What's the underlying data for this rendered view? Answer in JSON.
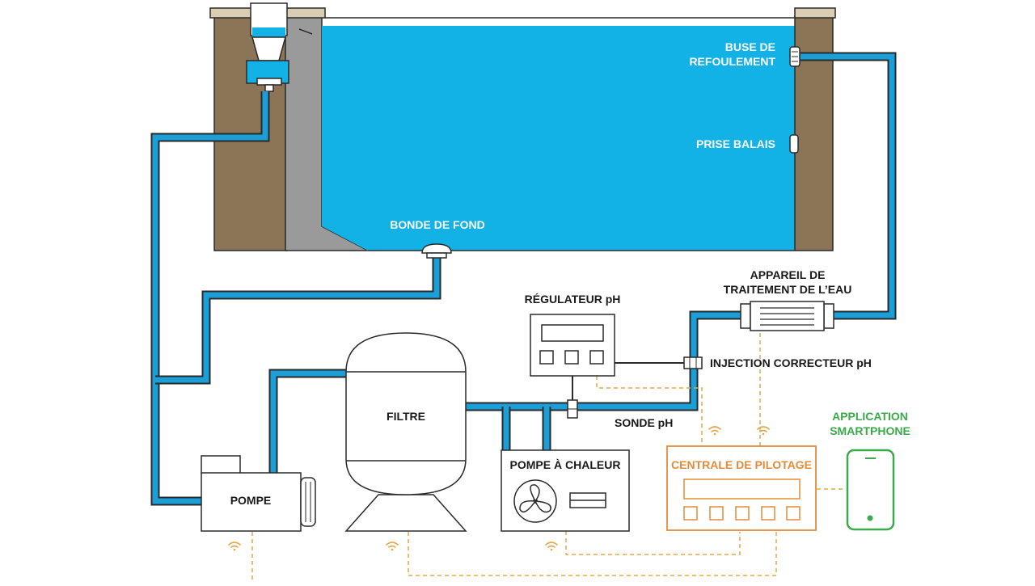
{
  "colors": {
    "water": "#12b1e6",
    "pipe": "#1a9fd8",
    "pipe_outline": "#2a2a2a",
    "wall": "#8c7457",
    "coping": "#d9cdb3",
    "concrete": "#9a9a9a",
    "control": "#e38b3a",
    "app": "#3aab4b",
    "signal": "#e3a84a"
  },
  "labels": {
    "buse_de_refoulement_1": "BUSE DE",
    "buse_de_refoulement_2": "REFOULEMENT",
    "prise_balais": "PRISE BALAIS",
    "bonde_de_fond": "BONDE DE FOND",
    "appareil_1": "APPAREIL DE",
    "appareil_2": "TRAITEMENT DE L’EAU",
    "regulateur_ph": "RÉGULATEUR pH",
    "injection_correcteur": "INJECTION CORRECTEUR pH",
    "sonde_ph": "SONDE pH",
    "filtre": "FILTRE",
    "pompe": "POMPE",
    "pompe_a_chaleur": "POMPE À CHALEUR",
    "centrale_de_pilotage": "CENTRALE DE PILOTAGE",
    "application_1": "APPLICATION",
    "application_2": "SMARTPHONE"
  },
  "icons": {
    "wifi": "wifi-icon",
    "fan": "fan-icon",
    "smartphone": "smartphone-icon"
  }
}
